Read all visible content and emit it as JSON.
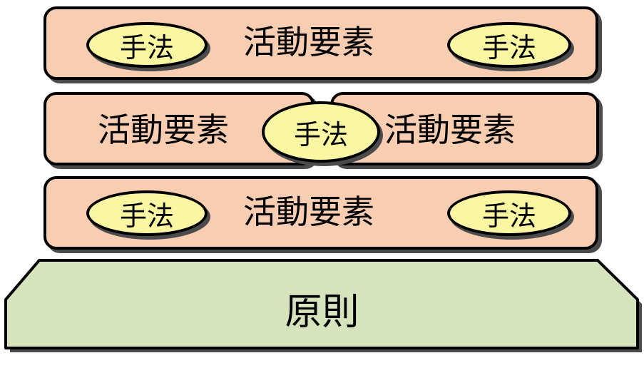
{
  "colors": {
    "activity_fill": "#f9cdb2",
    "technique_fill": "#faf6a2",
    "principle_fill": "#d6e3bc",
    "outline": "#000000",
    "shadow": "#4b4b4b"
  },
  "layers": {
    "top": {
      "element_label": "活動要素",
      "left_technique": "手法",
      "right_technique": "手法"
    },
    "middle": {
      "left_element_label": "活動要素",
      "center_technique": "手法",
      "right_element_label": "活動要素"
    },
    "bottom": {
      "element_label": "活動要素",
      "left_technique": "手法",
      "right_technique": "手法"
    }
  },
  "principle": {
    "label": "原則"
  }
}
